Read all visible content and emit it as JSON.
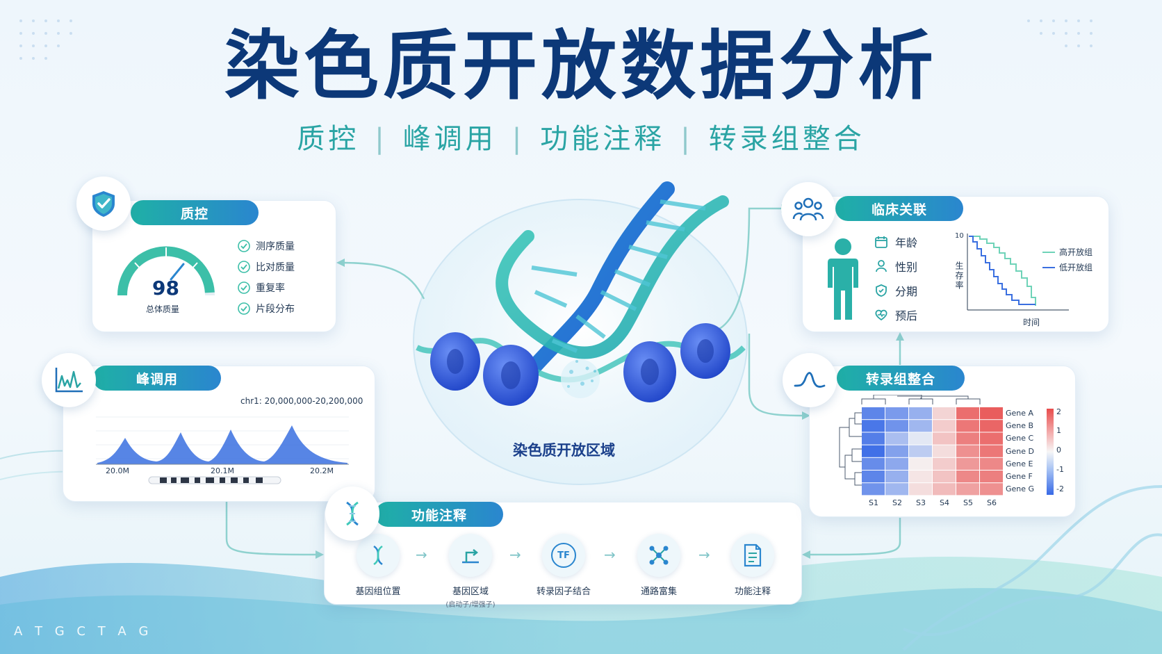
{
  "title": "染色质开放数据分析",
  "subtitle": [
    "质控",
    "峰调用",
    "功能注释",
    "转录组整合"
  ],
  "center": {
    "label": "染色质开放区域"
  },
  "bottom_sequence": "A T G C T A G",
  "qc": {
    "header": "质控",
    "gauge_score": "98",
    "gauge_label": "总体质量",
    "gauge_fraction": 0.98,
    "items": [
      "测序质量",
      "比对质量",
      "重复率",
      "片段分布"
    ]
  },
  "peak": {
    "header": "峰调用",
    "region": "chr1: 20,000,000-20,200,000",
    "ticks": [
      "20.0M",
      "20.1M",
      "20.2M"
    ]
  },
  "annotation": {
    "header": "功能注释",
    "steps": [
      {
        "label": "基因组位置",
        "sub": ""
      },
      {
        "label": "基因区域",
        "sub": "(启动子/增强子)"
      },
      {
        "label": "转录因子结合",
        "sub": ""
      },
      {
        "label": "通路富集",
        "sub": ""
      },
      {
        "label": "功能注释",
        "sub": ""
      }
    ],
    "tf_icon_text": "TF"
  },
  "clinical": {
    "header": "临床关联",
    "items": [
      "年龄",
      "性别",
      "分期",
      "预后"
    ],
    "chart": {
      "ylabel": "生存率",
      "xlabel": "时间",
      "y_top_tick": "10",
      "legend": [
        "高开放组",
        "低开放组"
      ],
      "colors": [
        "#6fd3b8",
        "#3a6fe0"
      ]
    }
  },
  "transcriptome": {
    "header": "转录组整合",
    "genes": [
      "Gene A",
      "Gene B",
      "Gene C",
      "Gene D",
      "Gene E",
      "Gene F",
      "Gene G"
    ],
    "samples": [
      "S1",
      "S2",
      "S3",
      "S4",
      "S5",
      "S6"
    ],
    "scale": [
      "2",
      "1",
      "0",
      "-1",
      "-2"
    ],
    "matrix": [
      [
        -1.6,
        -1.3,
        -1.0,
        0.4,
        1.6,
        1.8
      ],
      [
        -1.8,
        -1.4,
        -0.9,
        0.5,
        1.5,
        1.7
      ],
      [
        -1.7,
        -0.8,
        -0.2,
        0.6,
        1.4,
        1.6
      ],
      [
        -1.9,
        -1.2,
        -0.6,
        0.3,
        1.2,
        1.5
      ],
      [
        -1.5,
        -1.1,
        0.1,
        0.5,
        1.1,
        1.3
      ],
      [
        -1.6,
        -1.0,
        0.2,
        0.6,
        1.3,
        1.4
      ],
      [
        -1.4,
        -0.9,
        0.3,
        0.7,
        1.0,
        1.2
      ]
    ]
  }
}
